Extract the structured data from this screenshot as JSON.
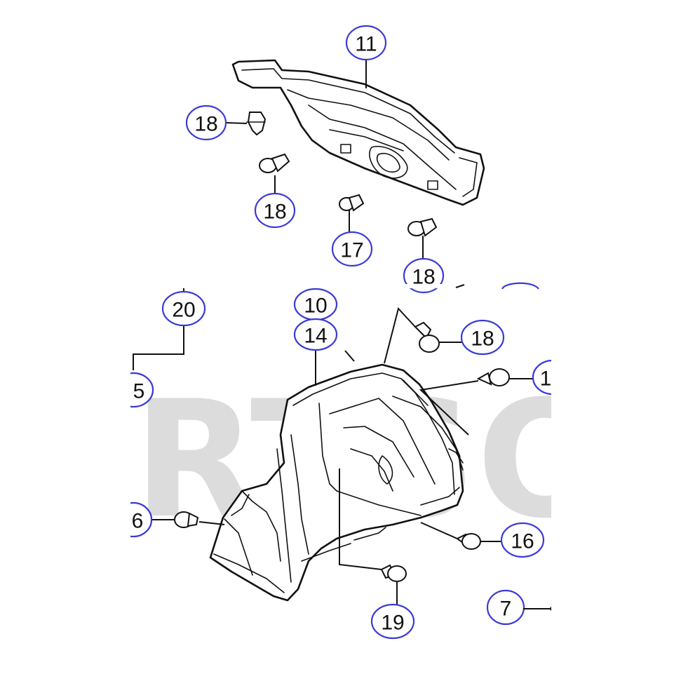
{
  "watermark": "RTSO",
  "callouts": [
    {
      "id": "c11a",
      "label": "11"
    },
    {
      "id": "c18a",
      "label": "18"
    },
    {
      "id": "c18b",
      "label": "18"
    },
    {
      "id": "c17",
      "label": "17"
    },
    {
      "id": "c18c",
      "label": "18"
    },
    {
      "id": "c20",
      "label": "20"
    },
    {
      "id": "c10",
      "label": "10"
    },
    {
      "id": "c14",
      "label": "14"
    },
    {
      "id": "c18d",
      "label": "18"
    },
    {
      "id": "c1",
      "label": "1"
    },
    {
      "id": "c5",
      "label": "5"
    },
    {
      "id": "c6",
      "label": "6"
    },
    {
      "id": "c16",
      "label": "16"
    },
    {
      "id": "c19",
      "label": "19"
    },
    {
      "id": "c7",
      "label": "7"
    }
  ]
}
